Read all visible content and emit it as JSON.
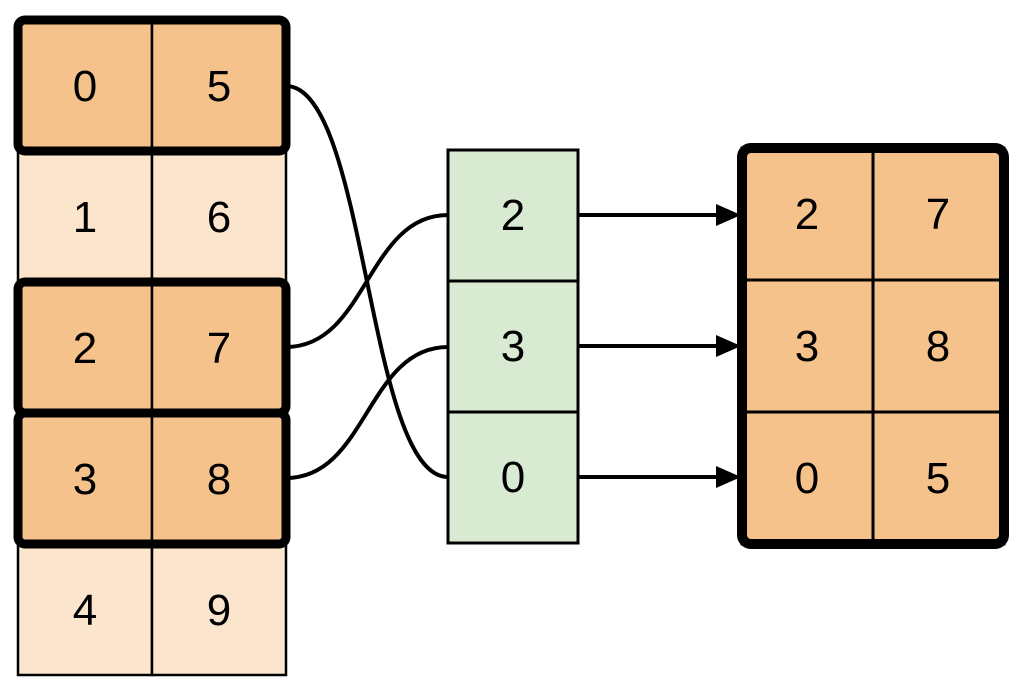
{
  "diagram": {
    "description": "index-select (gather) of rows from a source table into a result table",
    "colors": {
      "highlight_fill": "#F5C28C",
      "muted_fill": "#FCE5CD",
      "index_fill": "#D9EAD3",
      "line": "#000000"
    },
    "left_table": {
      "rows": [
        {
          "cells": [
            "0",
            "5"
          ],
          "highlighted": true
        },
        {
          "cells": [
            "1",
            "6"
          ],
          "highlighted": false
        },
        {
          "cells": [
            "2",
            "7"
          ],
          "highlighted": true
        },
        {
          "cells": [
            "3",
            "8"
          ],
          "highlighted": true
        },
        {
          "cells": [
            "4",
            "9"
          ],
          "highlighted": false
        }
      ]
    },
    "index_column": {
      "cells": [
        "2",
        "3",
        "0"
      ]
    },
    "right_table": {
      "rows": [
        [
          "2",
          "7"
        ],
        [
          "3",
          "8"
        ],
        [
          "0",
          "5"
        ]
      ]
    }
  }
}
